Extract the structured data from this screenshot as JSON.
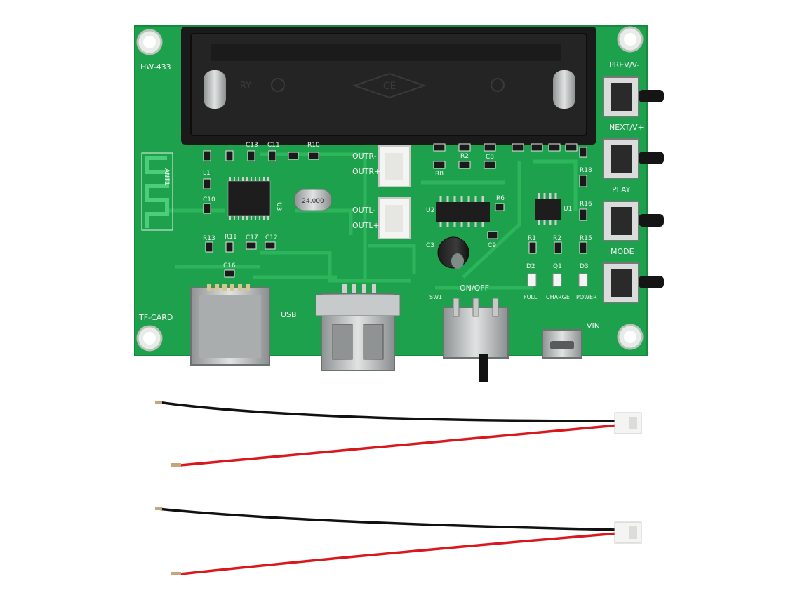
{
  "board": {
    "model": "HW-433",
    "antenna": "ANT1",
    "crystal": "24.000",
    "outputs": [
      "OUTR-",
      "OUTR+",
      "OUTL-",
      "OUTL+"
    ],
    "buttons": [
      "PREV/V-",
      "NEXT/V+",
      "PLAY",
      "MODE"
    ],
    "ports": {
      "tf": "TF-CARD",
      "usb": "USB",
      "vin": "VIN"
    },
    "switch": {
      "label": "ON/OFF",
      "ref": "SW1"
    },
    "leds": [
      "FULL",
      "CHARGE",
      "POWER"
    ],
    "battery_holder": {
      "left": "RY",
      "center": "CE"
    },
    "refs": {
      "l1": "L1",
      "c10": "C10",
      "r13": "R13",
      "r11": "R11",
      "c17": "C17",
      "c12": "C12",
      "c16": "C16",
      "u3": "U3",
      "u2": "U2",
      "u1": "U1",
      "r6": "R6",
      "c3": "C3",
      "c9": "C9",
      "r18": "R18",
      "r16": "R16",
      "r15": "R15",
      "r1": "R1",
      "r2": "R2",
      "d2": "D2",
      "q1": "Q1",
      "d3": "D3",
      "r8": "R8",
      "r2b": "R2",
      "c8": "C8",
      "r10": "R10",
      "c11": "C11",
      "c13": "C13"
    }
  },
  "colors": {
    "pcb": "#1ea14c",
    "trace": "#2fb85d",
    "silk": "#f2f2f2",
    "metal": "#b9bcbc",
    "holder": "#1a1a1a"
  },
  "cables": {
    "count": 2,
    "wire_colors": [
      "#111111",
      "#d9181d"
    ]
  }
}
